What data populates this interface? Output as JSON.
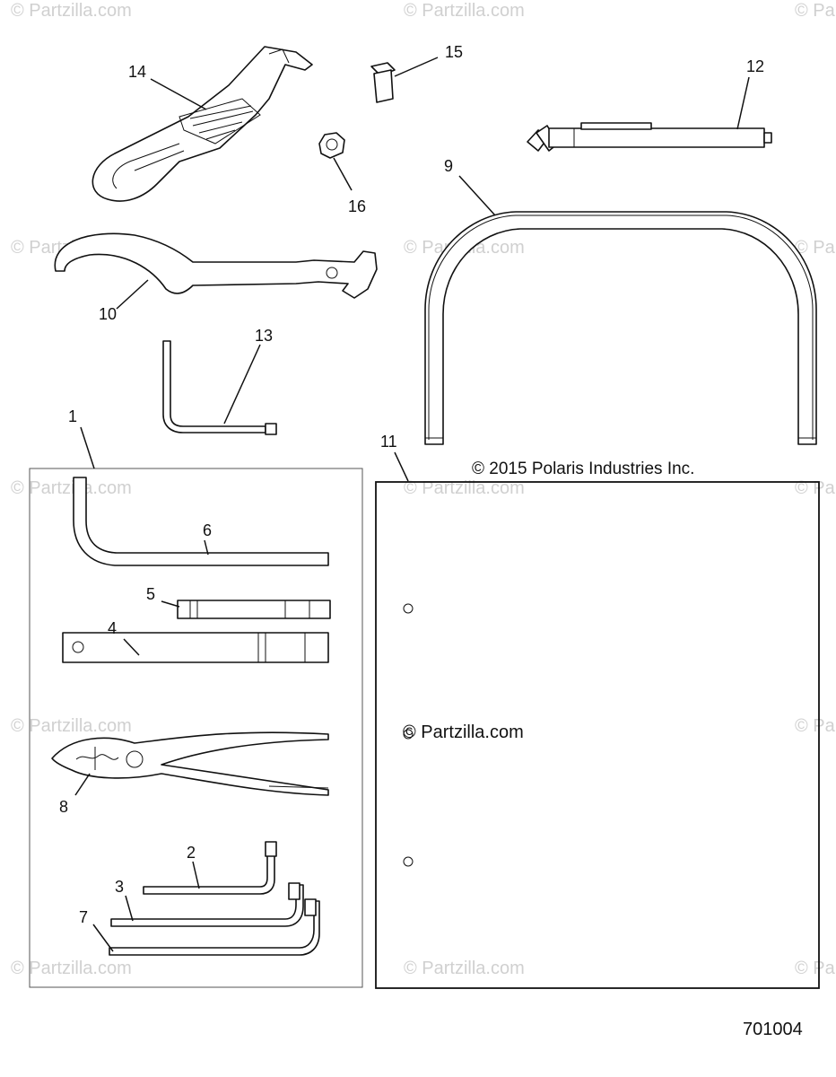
{
  "watermark": "© Partzilla.com",
  "copyright": "© 2015 Polaris Industries Inc.",
  "center_watermark": "© Partzilla.com",
  "diagram_ref": "701004",
  "callouts": {
    "c1": "1",
    "c2": "2",
    "c3": "3",
    "c4": "4",
    "c5": "5",
    "c6": "6",
    "c7": "7",
    "c8": "8",
    "c9": "9",
    "c10": "10",
    "c11": "11",
    "c12": "12",
    "c13": "13",
    "c14": "14",
    "c15": "15",
    "c16": "16"
  }
}
